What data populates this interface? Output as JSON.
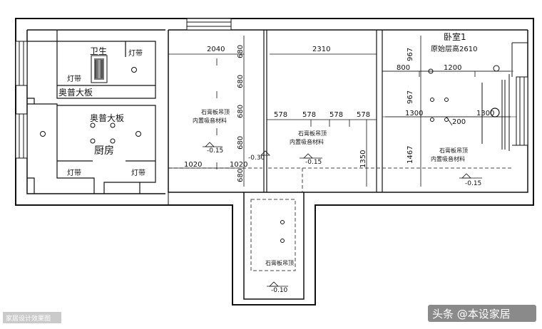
{
  "rooms": {
    "bathroom": "卫生",
    "kitchen": "厨房",
    "bedroom": "卧室1",
    "original_height": "原始层高2610"
  },
  "labels": {
    "light_strip": "灯带",
    "aupu_panel": "奥普大板",
    "ceiling_line1": "石膏板吊顶",
    "ceiling_line2": "内置吸音材料"
  },
  "levels": {
    "a": "-0.15",
    "b": "-0.15",
    "c": "-0.15",
    "d": "-0.10",
    "e": "-0.30"
  },
  "dimensions": {
    "top_left": "2040",
    "top_mid": "2310",
    "left_bottom": "1020",
    "left_bottom2": "1020",
    "vertical": [
      "680",
      "680",
      "680",
      "680",
      "680"
    ],
    "mid_row": [
      "578",
      "578",
      "578",
      "578"
    ],
    "mid_vert": "1350",
    "bed_left": "800",
    "bed_right": "1200",
    "bed_mid_left": "1300",
    "bed_mid_right": "1300",
    "bed_small": "200",
    "bed_v1": "967",
    "bed_v2": "967",
    "bed_v3": "1467"
  },
  "watermark": {
    "left": "家居设计效果图",
    "brand": "头条 @本设家居"
  }
}
